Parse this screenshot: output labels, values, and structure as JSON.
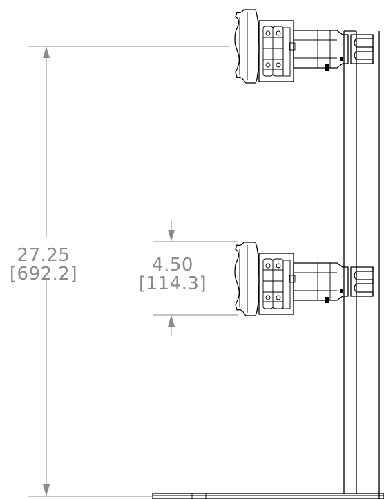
{
  "dimensions": {
    "overall_height": {
      "value": "27.25",
      "value_metric": "[692.2]"
    },
    "mount_spacing": {
      "value": "4.50",
      "value_metric": "[114.3]"
    }
  },
  "colors": {
    "dimension": "#8a8a8a",
    "outline": "#000000",
    "background": "#ffffff"
  }
}
